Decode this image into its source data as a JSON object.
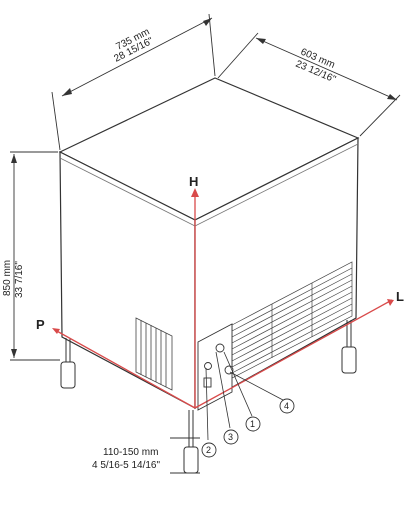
{
  "dimensions": {
    "width": {
      "metric": "735 mm",
      "imperial": "28 15/16\""
    },
    "depth": {
      "metric": "603 mm",
      "imperial": "23 12/16\""
    },
    "height": {
      "metric": "850 mm",
      "imperial": "33 7/16\""
    },
    "feet": {
      "metric": "110-150 mm",
      "imperial": "4 5/16-5 14/16\""
    }
  },
  "axes": {
    "h": "H",
    "l": "L",
    "p": "P"
  },
  "callouts": [
    "1",
    "2",
    "3",
    "4"
  ],
  "colors": {
    "axis": "#d94a4a",
    "line": "#333333",
    "fill": "#ffffff"
  }
}
